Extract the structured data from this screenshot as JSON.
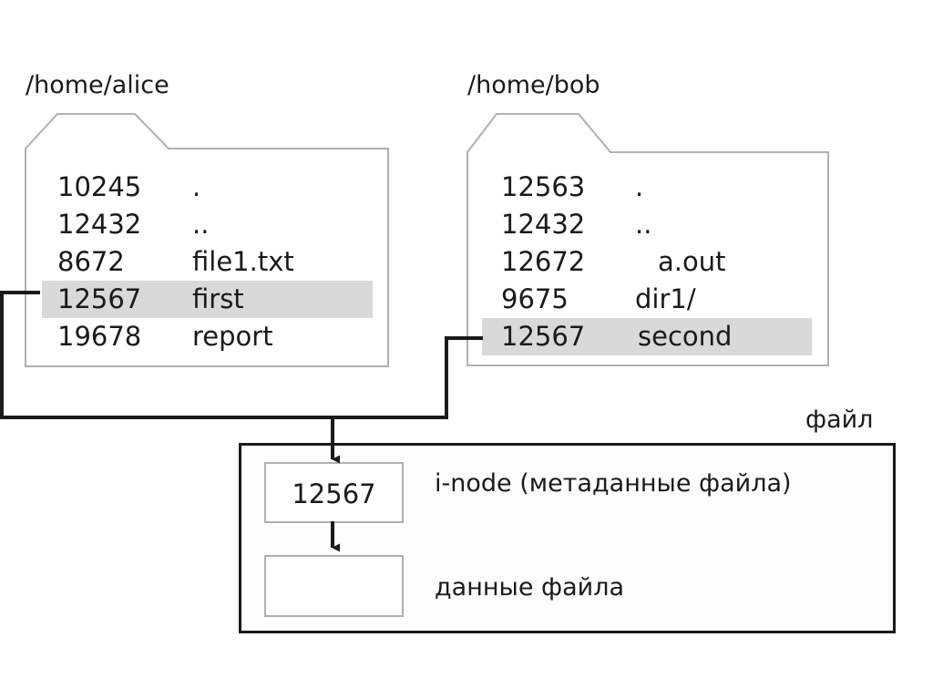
{
  "diagram": {
    "title_alice": "/home/alice",
    "title_bob": "/home/bob",
    "file_group_label": "файл",
    "inode_number": "12567",
    "inode_caption": "i-node (метаданные файла)",
    "data_caption": "данные файла",
    "colors": {
      "folder_outline": "#b0b0b0",
      "highlight_row": "#d9d9d9",
      "connector": "#1a1a1a",
      "file_box_border": "#1a1a1a",
      "inner_box_border": "#b0b0b0",
      "text": "#1a1a1a",
      "background": "#ffffff"
    }
  },
  "alice_dir": {
    "path": "/home/alice",
    "entries": [
      {
        "inode": "10245",
        "name": ".",
        "highlighted": false
      },
      {
        "inode": "12432",
        "name": "..",
        "highlighted": false
      },
      {
        "inode": "8672",
        "name": "file1.txt",
        "highlighted": false
      },
      {
        "inode": "12567",
        "name": "first",
        "highlighted": true
      },
      {
        "inode": "19678",
        "name": "report",
        "highlighted": false
      }
    ]
  },
  "bob_dir": {
    "path": "/home/bob",
    "entries": [
      {
        "inode": "12563",
        "name": ".",
        "highlighted": false
      },
      {
        "inode": "12432",
        "name": "..",
        "highlighted": false
      },
      {
        "inode": "12672",
        "name": "a.out",
        "highlighted": false
      },
      {
        "inode": "9675",
        "name": "dir1/",
        "highlighted": false
      },
      {
        "inode": "12567",
        "name": "second",
        "highlighted": true
      }
    ]
  },
  "file_object": {
    "group_label": "файл",
    "inode_number": "12567",
    "inode_caption": "i-node (метаданные файла)",
    "data_caption": "данные файла"
  }
}
